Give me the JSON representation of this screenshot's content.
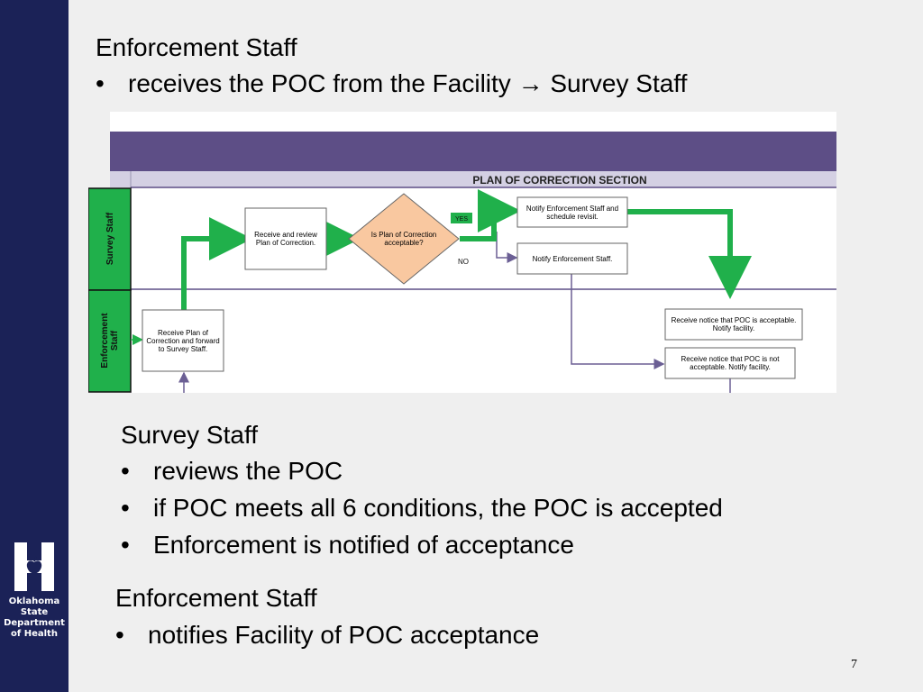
{
  "logo": {
    "lines": [
      "Oklahoma",
      "State",
      "Department",
      "of Health"
    ],
    "icon": "oklahoma-health-logo"
  },
  "section1": {
    "heading": "Enforcement Staff",
    "bullets": [
      {
        "marker": "•",
        "text": "receives the POC from the Facility ",
        "arrow": "→",
        "after": " Survey Staff"
      }
    ]
  },
  "diagram": {
    "section_title": "PLAN OF CORRECTION SECTION",
    "lanes": [
      "Survey Staff",
      "Enforcement Staff"
    ],
    "nodes": {
      "receive_review": "Receive and review Plan of Correction.",
      "decision": "Is Plan of Correction acceptable?",
      "yes_label": "YES",
      "no_label": "NO",
      "notify_revisit": "Notify Enforcement Staff and schedule revisit.",
      "notify": "Notify Enforcement Staff.",
      "receive_plan": "Receive Plan of Correction and forward to Survey Staff.",
      "acceptable": "Receive notice that POC is acceptable.  Notify facility.",
      "not_acceptable": "Receive notice that POC is not acceptable.  Notify facility."
    },
    "colors": {
      "header": "#5d4e86",
      "section_bar": "#d4d0e3",
      "lane_label": "#20b04b",
      "decision_fill": "#f9c8a0",
      "flow_green": "#20b04b",
      "flow_purple": "#6b5f94"
    }
  },
  "section2": {
    "heading": "Survey Staff",
    "bullets": [
      {
        "marker": "•",
        "text": "reviews the POC"
      },
      {
        "marker": "•",
        "text": "if POC meets all  6 conditions, the POC is accepted"
      },
      {
        "marker": "•",
        "text": "Enforcement is notified of acceptance"
      }
    ]
  },
  "section3": {
    "heading": "Enforcement Staff",
    "bullets": [
      {
        "marker": "•",
        "text": "notifies Facility of POC acceptance"
      }
    ]
  },
  "page_number": "7"
}
